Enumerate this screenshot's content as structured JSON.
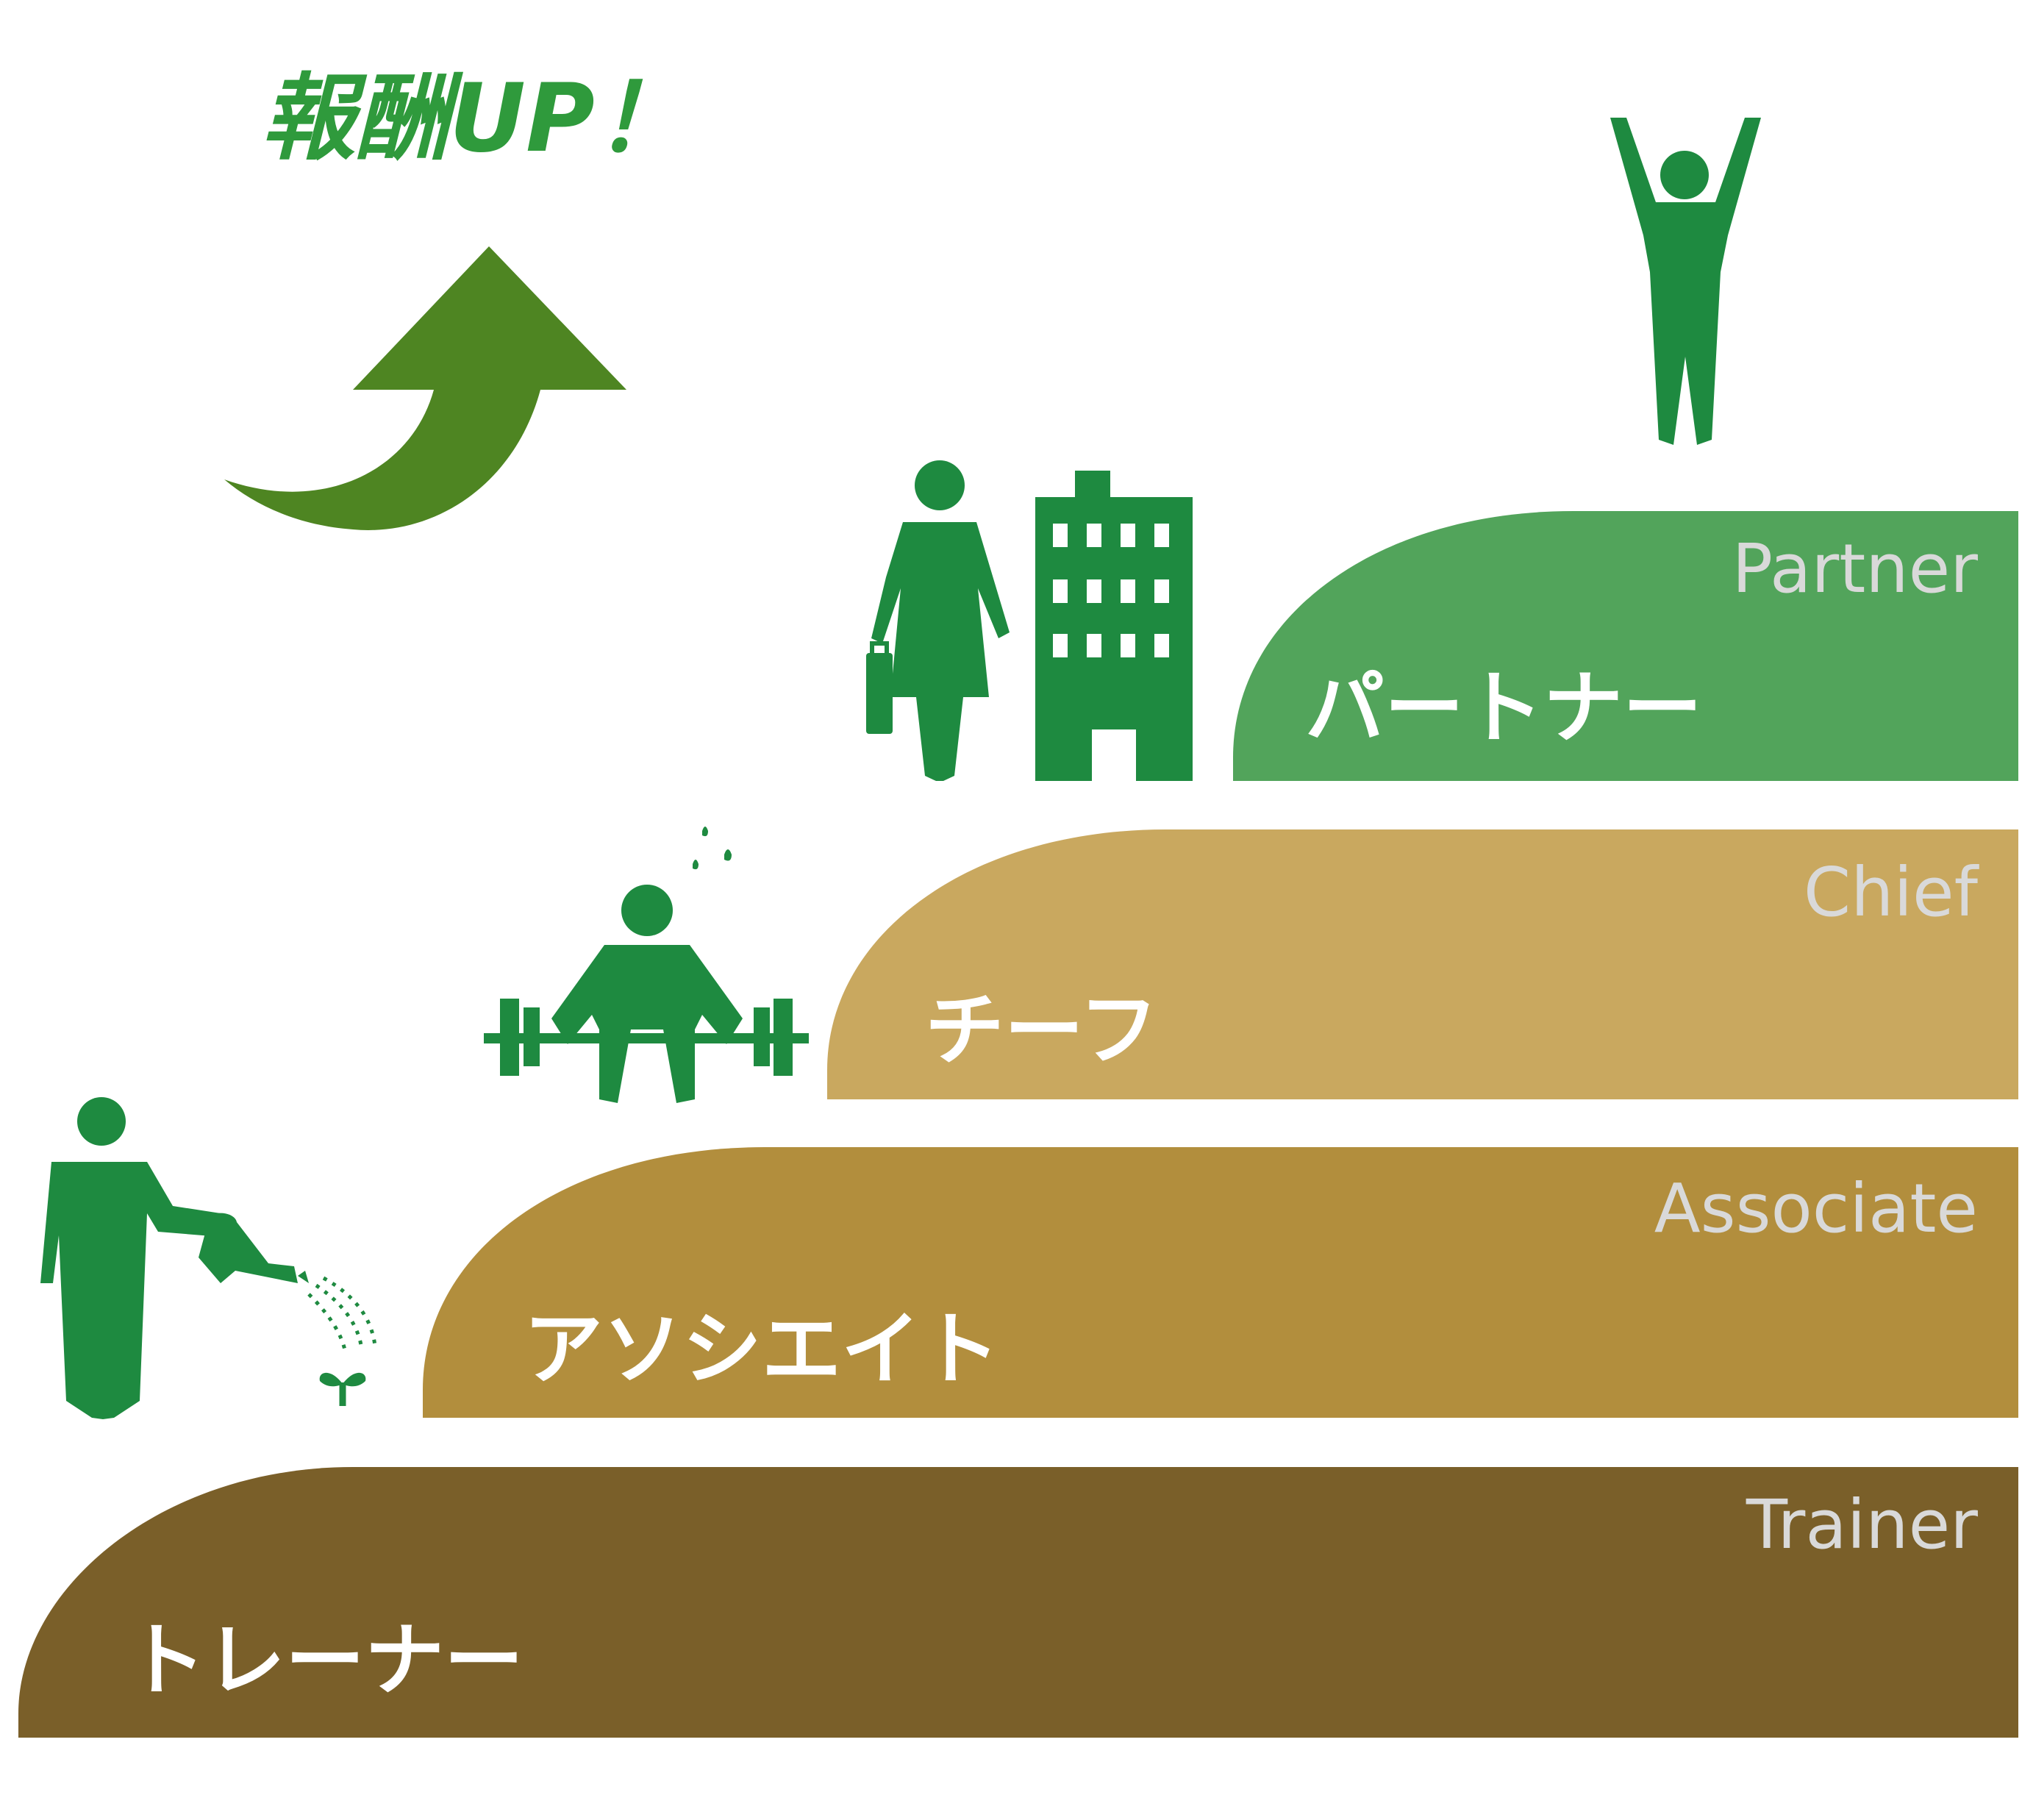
{
  "headline": {
    "text": "報酬UP！"
  },
  "colors": {
    "figure_green": "#1e8a40",
    "arrow_green": "#4e8522",
    "headline_green": "#2f9a3c"
  },
  "steps": [
    {
      "id": "trainer",
      "label_ja": "トレーナー",
      "label_en": "Trainer",
      "color": "#7a5f29"
    },
    {
      "id": "associate",
      "label_ja": "アソシエイト",
      "label_en": "Associate",
      "color": "#b28e3d"
    },
    {
      "id": "chief",
      "label_ja": "チーフ",
      "label_en": "Chief",
      "color": "#c9a85f"
    },
    {
      "id": "partner",
      "label_ja": "パートナー",
      "label_en": "Partner",
      "color": "#52a45b"
    }
  ],
  "icons": {
    "trainer": "person-watering-sprout-icon",
    "associate": "person-lifting-barbell-icon",
    "chief": "businesswoman-with-building-icon",
    "partner": "person-raising-arms-icon",
    "growth": "curved-up-arrow-icon"
  }
}
